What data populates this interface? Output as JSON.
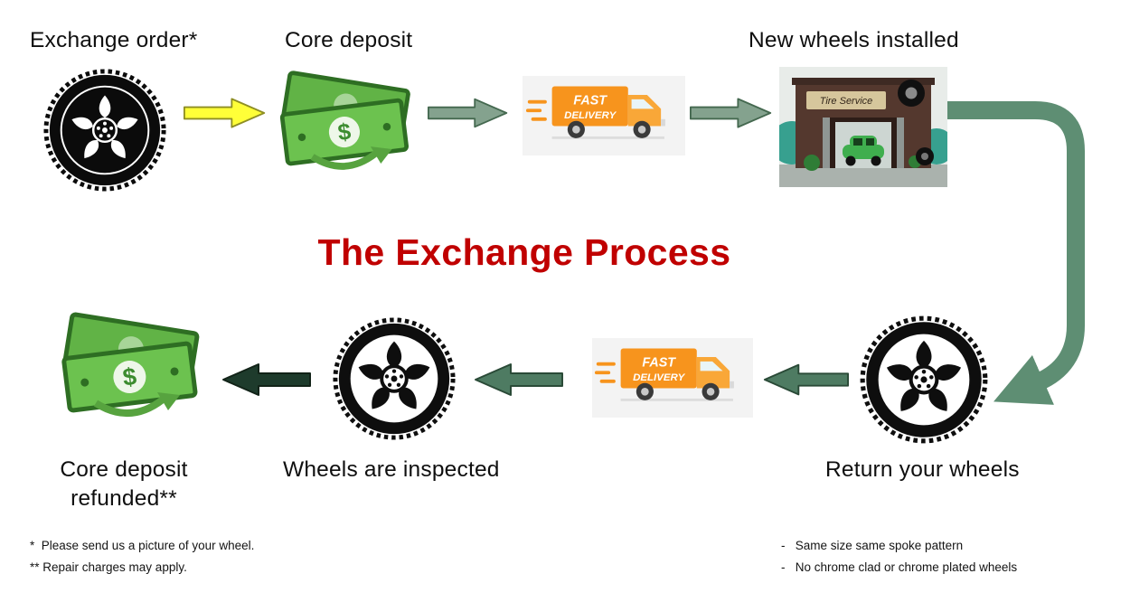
{
  "title": {
    "text": "The Exchange Process"
  },
  "colors": {
    "title": "#C00000",
    "arrow_yellow": "#FFFF38",
    "arrow_yellow_border": "#8E8E24",
    "arrow_sage": "#84A28E",
    "arrow_sage_border": "#44684F",
    "arrow_mid_green": "#4E7B62",
    "arrow_mid_green_border": "#2A4A37",
    "arrow_dark_green": "#1E3B2C",
    "arrow_dark_green_border": "#122318",
    "curve_arrow_green": "#5E8E73"
  },
  "steps": {
    "exchange_order": "Exchange order*",
    "core_deposit": "Core deposit",
    "new_wheels_installed": "New wheels installed",
    "return_your_wheels": "Return your wheels",
    "wheels_inspected": "Wheels are inspected",
    "core_refunded_line1": "Core deposit",
    "core_refunded_line2": "refunded**"
  },
  "truck": {
    "line1": "FAST",
    "line2": "DELIVERY"
  },
  "shop": {
    "sign": "Tire Service"
  },
  "money": {
    "symbol": "$"
  },
  "footnotes": {
    "left": [
      "*  Please send us a picture of your wheel.",
      "** Repair charges may apply."
    ],
    "right": [
      "-   Same size same spoke pattern",
      "-   No chrome clad or chrome plated wheels"
    ]
  }
}
